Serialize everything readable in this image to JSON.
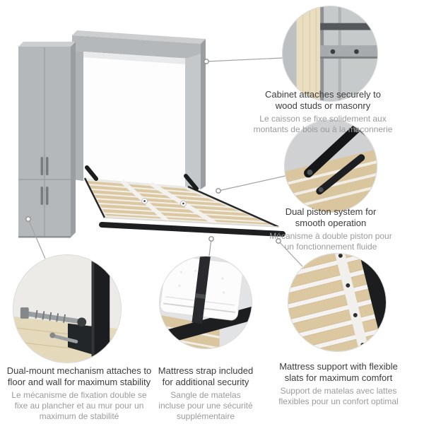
{
  "product": {
    "name": "murphy-bed-with-side-cabinet"
  },
  "callouts": {
    "cabinet_mount": {
      "title": "Cabinet attaches securely to\nwood studs or masonry",
      "subtitle": "Le caisson se fixe solidement aux\nmontants de bois ou à la maçonnerie"
    },
    "piston": {
      "title": "Dual piston system for\nsmooth operation",
      "subtitle": "Mécanisme à double piston pour\nun fonctionnement fluide"
    },
    "dual_mount": {
      "title": "Dual-mount mechanism attaches to\nfloor and wall for maximum stability",
      "subtitle": "Le mécanisme de fixation double se\nfixe au plancher et au mur pour un\nmaximum de stabilité"
    },
    "strap": {
      "title": "Mattress strap included\nfor additional security",
      "subtitle": "Sangle de matelas\nincluse pour une sécurité\nsupplémentaire"
    },
    "slats": {
      "title": "Mattress support with flexible\nslats for maximum comfort",
      "subtitle": "Support de matelas avec lattes\nflexibles pour un confort optimal"
    }
  },
  "colors": {
    "cabinet_gray": "#b4b8ba",
    "cabinet_gray_dark": "#9a9ea1",
    "cabinet_gray_light": "#ccced0",
    "slat_tan": "#dbc7a0",
    "frame_black": "#1d1f21",
    "title_text": "#3c3c3c",
    "subtitle_text": "#9b9b9b",
    "leader_line": "#a3a3a3",
    "circle_border": "#d8d8d8",
    "background": "#ffffff"
  }
}
